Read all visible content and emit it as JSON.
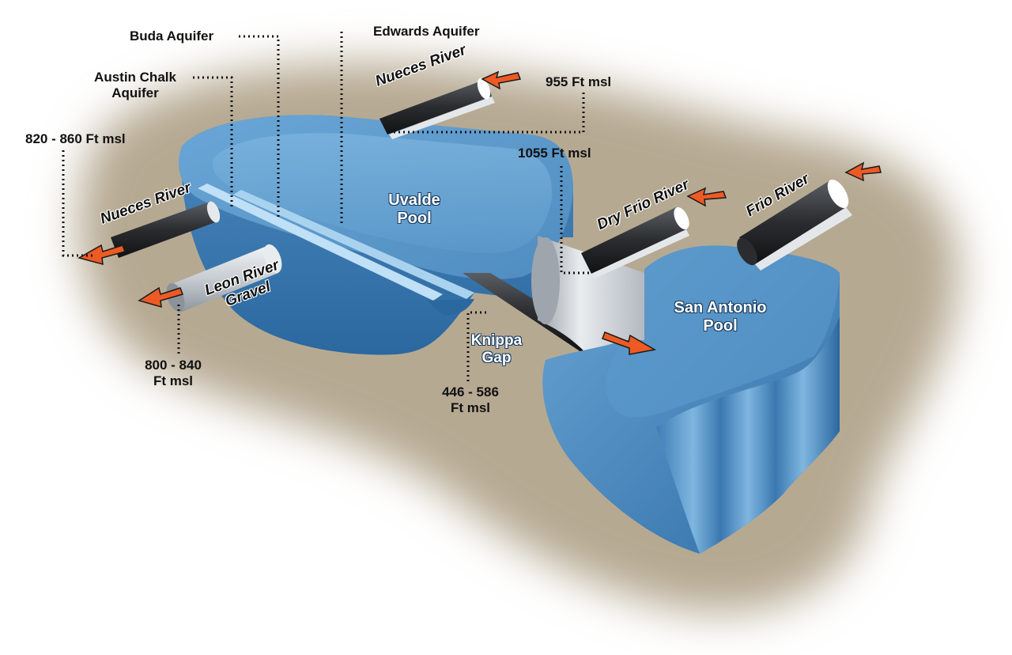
{
  "pools": {
    "uvalde": "Uvalde\nPool",
    "san_antonio": "San Antonio\nPool"
  },
  "aquifers": {
    "buda": "Buda Aquifer",
    "edwards": "Edwards Aquifer",
    "austin_chalk": "Austin Chalk\nAquifer"
  },
  "rivers": {
    "nueces_upper": "Nueces River",
    "nueces_lower": "Nueces River",
    "dry_frio": "Dry Frio River",
    "frio": "Frio River",
    "leon": "Leon River\nGravel"
  },
  "gap": "Knippa\nGap",
  "elevations": {
    "e955": "955 Ft msl",
    "e1055": "1055 Ft msl",
    "e820_860": "820 - 860 Ft msl",
    "e800_840": "800 - 840\nFt msl",
    "e446_586": "446 - 586\nFt msl"
  },
  "colors": {
    "water_light": "#8fc3e8",
    "water_mid": "#4f8fc4",
    "water_dark": "#1f5f9c",
    "ground": "#b9ad98",
    "pipe_dark": "#2e3033",
    "pipe_light": "#d9dde2",
    "arrow": "#ee5a24"
  }
}
